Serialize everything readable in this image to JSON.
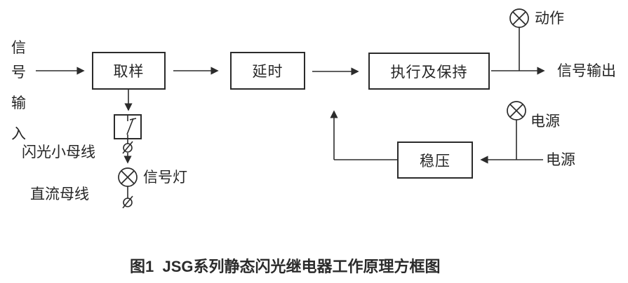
{
  "figure": {
    "caption": "图1  JSG系列静态闪光继电器工作原理方框图",
    "blocks": [
      {
        "name": "sampling",
        "label": "取样"
      },
      {
        "name": "delay",
        "label": "延时"
      },
      {
        "name": "execute-and-hold",
        "label": "执行及保持"
      },
      {
        "name": "voltage-regulator",
        "label": "稳压"
      }
    ],
    "labels": {
      "signal_input_chars": [
        "信",
        "号",
        "输",
        "入"
      ],
      "flash_bus": "闪光小母线",
      "dc_bus": "直流母线",
      "signal_lamp": "信号灯",
      "action_lamp": "动作",
      "signal_output": "信号输出",
      "power_lamp": "电源",
      "power_source": "电源"
    },
    "symbols": {
      "lamp_icon_glyph": "⊗",
      "terminal_icon_glyph": "ø",
      "switch_icon_meaning": "contact-switch"
    },
    "colors": {
      "line": "#2b2b2b",
      "text": "#262626",
      "background": "#ffffff"
    }
  }
}
